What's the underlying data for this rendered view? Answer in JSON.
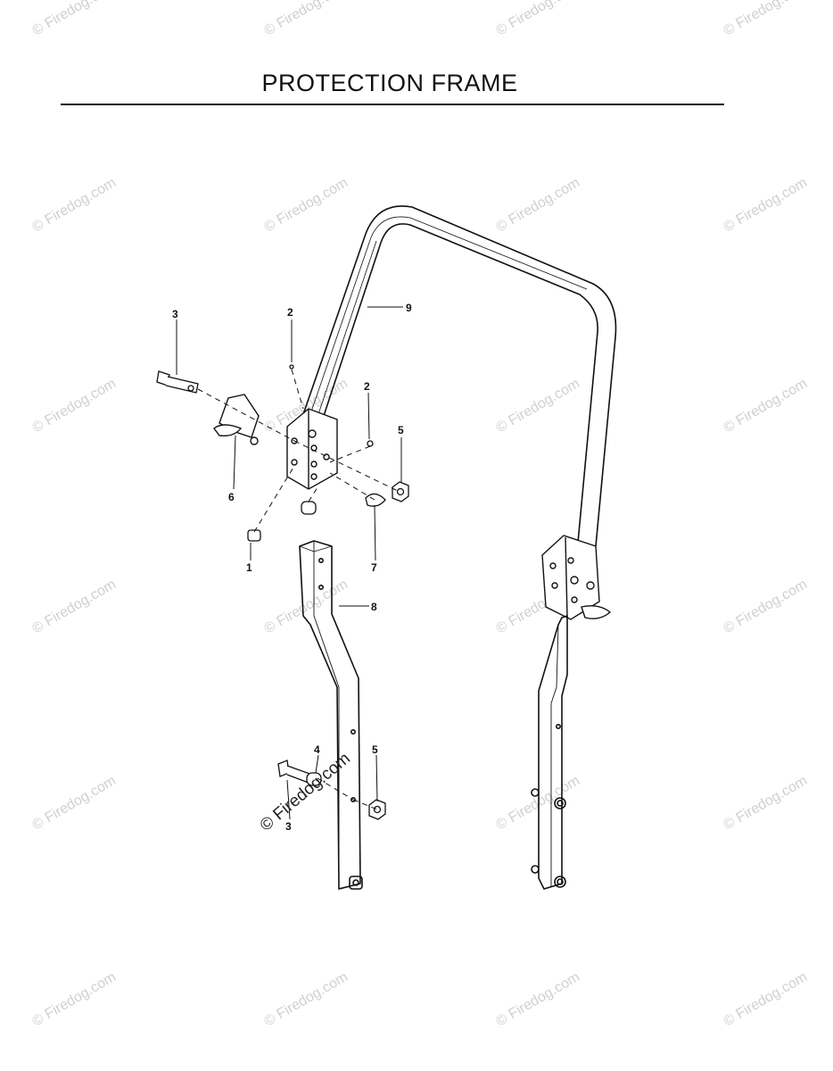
{
  "title": "PROTECTION FRAME",
  "watermark": "© Firedog.com",
  "callouts": [
    "1",
    "2",
    "2",
    "3",
    "3",
    "4",
    "5",
    "5",
    "6",
    "7",
    "8",
    "9"
  ]
}
